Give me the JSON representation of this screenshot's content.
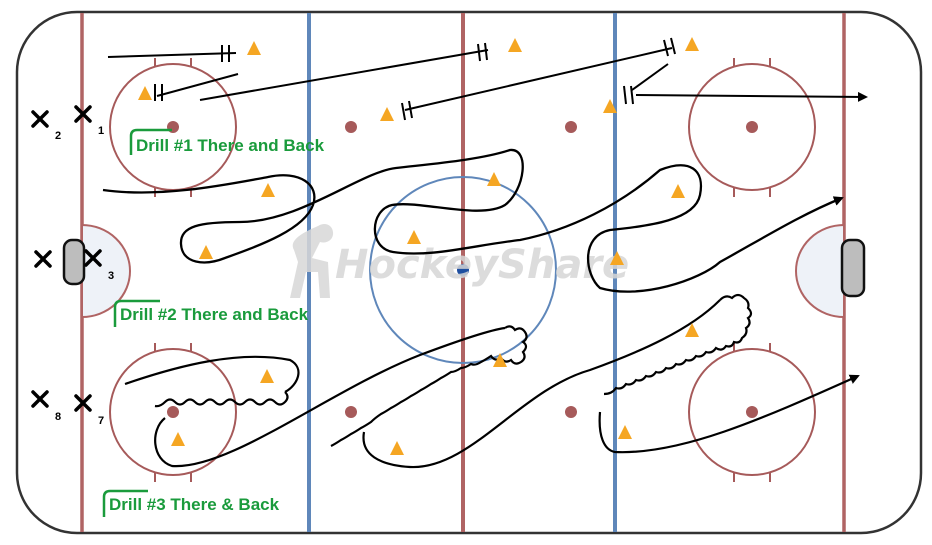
{
  "watermark": "HockeyShare",
  "drills": [
    {
      "label": "Drill #1 There and Back"
    },
    {
      "label": "Drill #2 There and Back"
    },
    {
      "label": "Drill #3 There & Back"
    }
  ],
  "players": [
    {
      "number": "2"
    },
    {
      "number": "1"
    },
    {
      "number": "3"
    },
    {
      "number": "8"
    },
    {
      "number": "7"
    }
  ],
  "colors": {
    "board": "#333333",
    "red_line": "#b06464",
    "blue_line": "#5f87ba",
    "faceoff": "#a65a5a",
    "cone": "#f5a623",
    "drill_label": "#1a9b3c",
    "crease": "#eef2f8",
    "puck": "#1f4fa0"
  }
}
